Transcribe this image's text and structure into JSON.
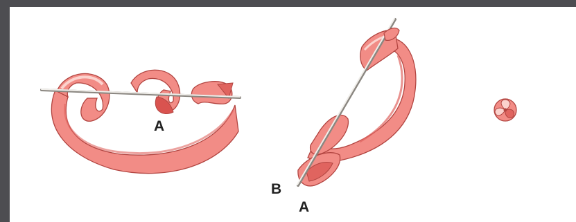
{
  "figure": {
    "labels": {
      "first_a": "A",
      "second_b": "B",
      "second_a": "A"
    },
    "colors": {
      "frame": "#4d4d51",
      "background": "#ffffff",
      "ribbon_fill": "#f28c86",
      "ribbon_dark": "#e0645f",
      "ribbon_light": "#fbd2cd",
      "outline": "#b24541",
      "pin": "#f0eeea"
    },
    "icons": [
      "ribbon-loop-illustration",
      "ribbon-pinned-illustration",
      "ribbon-rosette-illustration"
    ]
  }
}
